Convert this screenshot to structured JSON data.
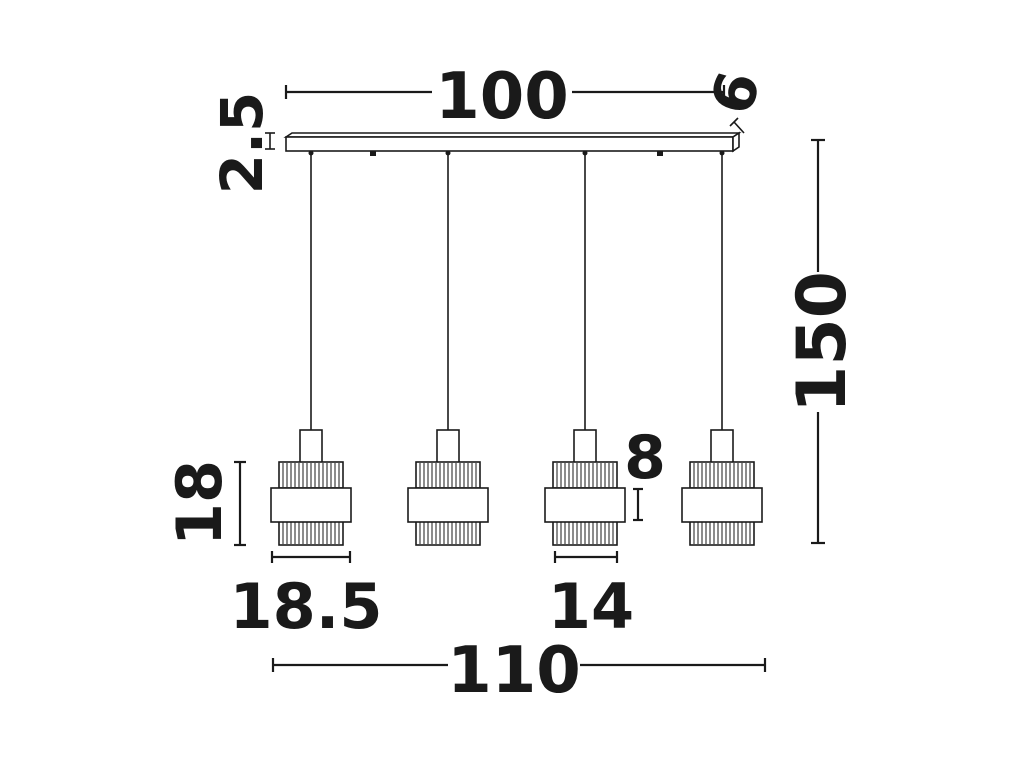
{
  "diagram": {
    "dimensions": {
      "canopy_length": "100",
      "canopy_height": "2.5",
      "canopy_depth": "6",
      "total_height": "150",
      "shade_height": "18",
      "band_height": "8",
      "shade_outer_diameter": "18.5",
      "shade_inner_diameter": "14",
      "total_width": "110"
    },
    "fixture": {
      "pendant_count": 4,
      "line_color": "#1a1a1a",
      "background": "#ffffff"
    }
  }
}
